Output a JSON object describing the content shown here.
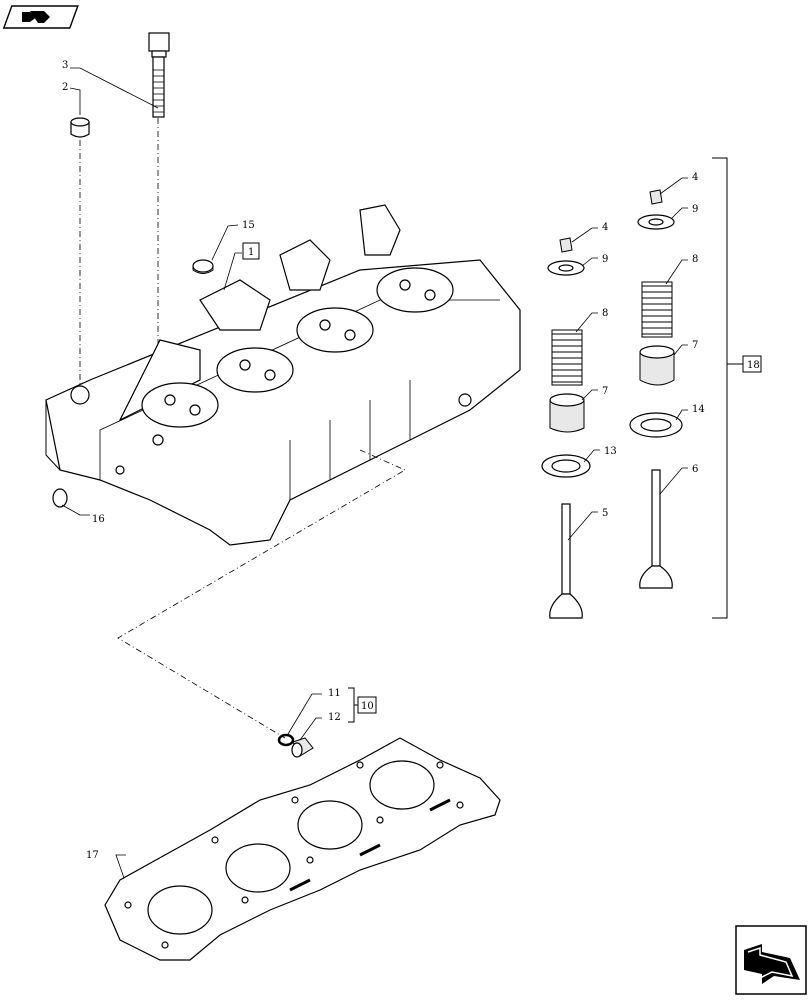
{
  "callouts": {
    "c1": "1",
    "c2": "2",
    "c3": "3",
    "c4a": "4",
    "c4b": "4",
    "c5": "5",
    "c6": "6",
    "c7a": "7",
    "c7b": "7",
    "c8a": "8",
    "c8b": "8",
    "c9a": "9",
    "c9b": "9",
    "c10": "10",
    "c11": "11",
    "c12": "12",
    "c13": "13",
    "c14": "14",
    "c15": "15",
    "c16": "16",
    "c17": "17",
    "c18": "18"
  },
  "icons": {
    "top": "back-navigation-icon",
    "bottom": "next-page-icon"
  }
}
